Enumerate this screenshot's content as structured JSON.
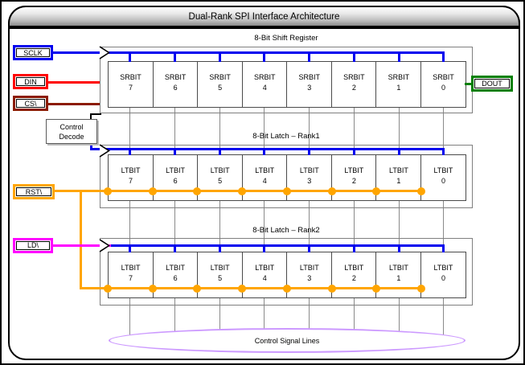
{
  "title": "Dual-Rank SPI Interface Architecture",
  "signals": {
    "sclk": {
      "label": "SCLK",
      "color": "#0000ee"
    },
    "din": {
      "label": "DIN",
      "color": "#ff0000"
    },
    "cs": {
      "label": "CS\\",
      "color": "#8b1a00"
    },
    "rst": {
      "label": "RST\\",
      "color": "#ffa500"
    },
    "ld": {
      "label": "LD\\",
      "color": "#ff00ff"
    },
    "dout": {
      "label": "DOUT",
      "color": "#008000"
    }
  },
  "blocks": [
    {
      "label": "8-Bit Shift Register",
      "cell_prefix": "SRBIT",
      "bits": [
        "7",
        "6",
        "5",
        "4",
        "3",
        "2",
        "1",
        "0"
      ]
    },
    {
      "label": "8-Bit Latch – Rank1",
      "cell_prefix": "LTBIT",
      "bits": [
        "7",
        "6",
        "5",
        "4",
        "3",
        "2",
        "1",
        "0"
      ]
    },
    {
      "label": "8-Bit Latch – Rank2",
      "cell_prefix": "LTBIT",
      "bits": [
        "7",
        "6",
        "5",
        "4",
        "3",
        "2",
        "1",
        "0"
      ]
    }
  ],
  "control_decode": {
    "label": "Control Decode"
  },
  "ellipse": {
    "label": "Control Signal Lines"
  },
  "colors": {
    "clock_blue": "#0000ee",
    "reset_orange": "#ffa500",
    "load_magenta": "#ff00ff",
    "data_red": "#ff0000",
    "cs_maroon": "#8b1a00",
    "dout_green": "#008000",
    "ellipse_purple": "#cc99ff",
    "connector_gray": "#8a8a8a"
  }
}
